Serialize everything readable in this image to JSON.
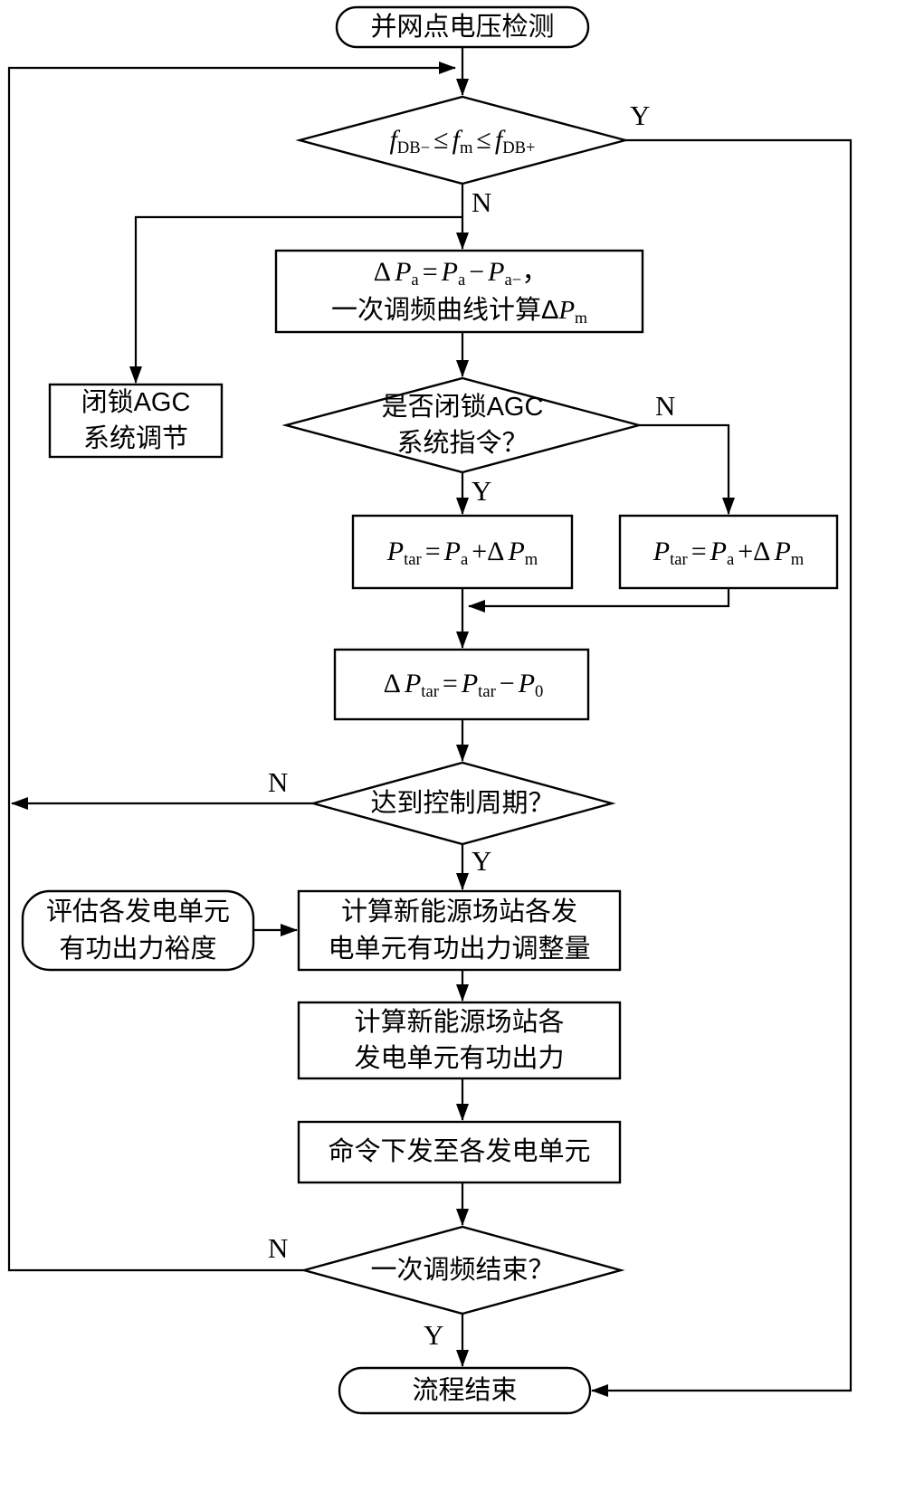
{
  "style": {
    "stroke_color": "#000000",
    "background": "#ffffff"
  },
  "branch_labels": {
    "freq_yes": "Y",
    "freq_no": "N",
    "agc_no": "N",
    "agc_yes": "Y",
    "period_no": "N",
    "period_yes": "Y",
    "pfr_no": "N",
    "pfr_yes": "Y"
  },
  "nodes": {
    "start": {
      "label": "并网点电压检测"
    },
    "freq_check": {
      "f": "f",
      "sub_db_minus": "DB−",
      "leq": "≤",
      "sub_m": "m",
      "sub_db_plus": "DB+"
    },
    "block_agc": {
      "line1": "闭锁AGC",
      "line2": "系统调节"
    },
    "delta_pa": {
      "delta": "Δ",
      "P": "P",
      "sub_a": "a",
      "eq": "=",
      "minus": "−",
      "sub_a_prev": "a−",
      "comma": "，",
      "line2_prefix": "一次调频曲线计算Δ",
      "sub_m": "m"
    },
    "agc_check": {
      "line1": "是否闭锁AGC",
      "line2": "系统指令？"
    },
    "ptar_left": {
      "P": "P",
      "sub_tar": "tar",
      "eq": "=",
      "sub_a": "a",
      "plus_delta": "+Δ",
      "sub_m": "m"
    },
    "ptar_right": {
      "P": "P",
      "sub_tar": "tar",
      "eq": "=",
      "sub_a": "a",
      "plus_delta": "+Δ",
      "sub_m": "m"
    },
    "delta_ptar": {
      "delta": "Δ",
      "P": "P",
      "sub_tar": "tar",
      "eq": "=",
      "minus": "−",
      "sub_0": "0"
    },
    "period_check": {
      "label": "达到控制周期？"
    },
    "eval_margin": {
      "line1": "评估各发电单元",
      "line2": "有功出力裕度"
    },
    "calc_adjust": {
      "line1": "计算新能源场站各发",
      "line2": "电单元有功出力调整量"
    },
    "calc_output": {
      "line1": "计算新能源场站各",
      "line2": "发电单元有功出力"
    },
    "dispatch": {
      "label": "命令下发至各发电单元"
    },
    "pfr_end": {
      "label": "一次调频结束？"
    },
    "end": {
      "label": "流程结束"
    }
  }
}
